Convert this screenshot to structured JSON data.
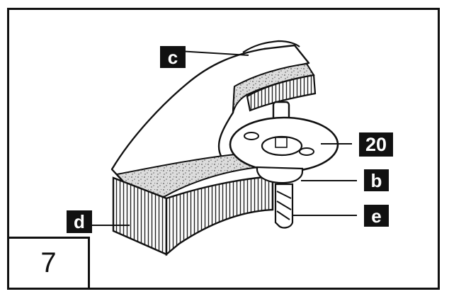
{
  "figure": {
    "step_number": "7",
    "labels": {
      "c": "c",
      "twenty": "20",
      "b": "b",
      "e": "e",
      "d": "d"
    }
  },
  "colors": {
    "ink": "#111111",
    "paper": "#ffffff",
    "grain_fill": "#d9d9d9"
  }
}
